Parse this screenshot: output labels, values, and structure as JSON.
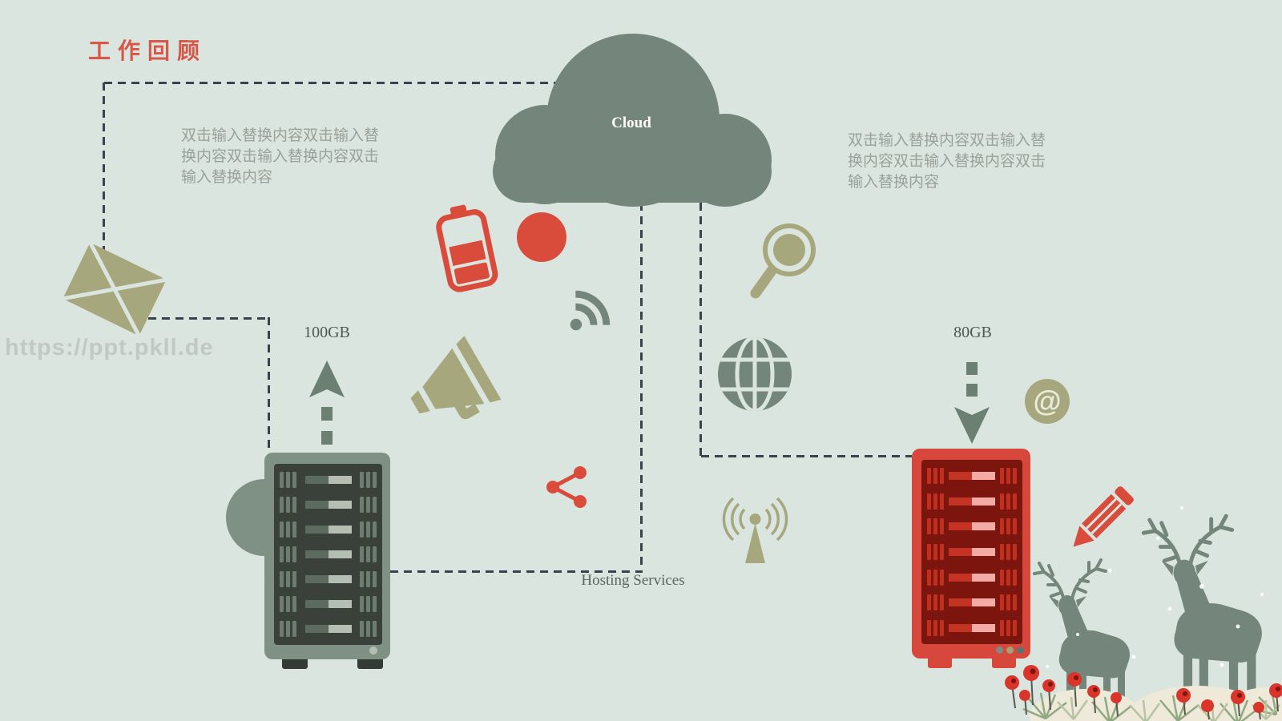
{
  "header": {
    "title": "工作回顾"
  },
  "notes": {
    "left": "双击输入替换内容双击输入替\n换内容双击输入替换内容双击\n输入替换内容",
    "right": "双击输入替换内容双击输入替\n换内容双击输入替换内容双击\n输入替换内容"
  },
  "cloud": {
    "label": "Cloud"
  },
  "servers": {
    "left": {
      "capacity": "100GB",
      "rows": 7,
      "direction": "upload"
    },
    "right": {
      "capacity": "80GB",
      "rows": 7,
      "direction": "download"
    }
  },
  "hosting": {
    "label": "Hosting Services"
  },
  "watermark": {
    "text": "https://ppt.pkll.de"
  },
  "icons": {
    "at_symbol": "@",
    "names": [
      "envelope-icon",
      "battery-icon",
      "record-dot-icon",
      "wifi-icon",
      "megaphone-icon",
      "magnifier-icon",
      "globe-icon",
      "share-icon",
      "antenna-icon",
      "at-icon",
      "pencil-icon",
      "deer-decoration",
      "berries-decoration",
      "pine-decoration"
    ]
  },
  "colors": {
    "background": "#dbe5df",
    "ink": "#74867b",
    "olive": "#a6a77d",
    "red": "#d94b3a",
    "title_red": "#d5584a",
    "dash": "#39434d",
    "note_gray": "#98a29b",
    "watermark_gray": "#c2c9c4",
    "server_green_frame": "#7e9184",
    "server_green_dark": "#39413a",
    "server_red_frame": "#d8473b",
    "server_red_dark": "#7c150d"
  }
}
